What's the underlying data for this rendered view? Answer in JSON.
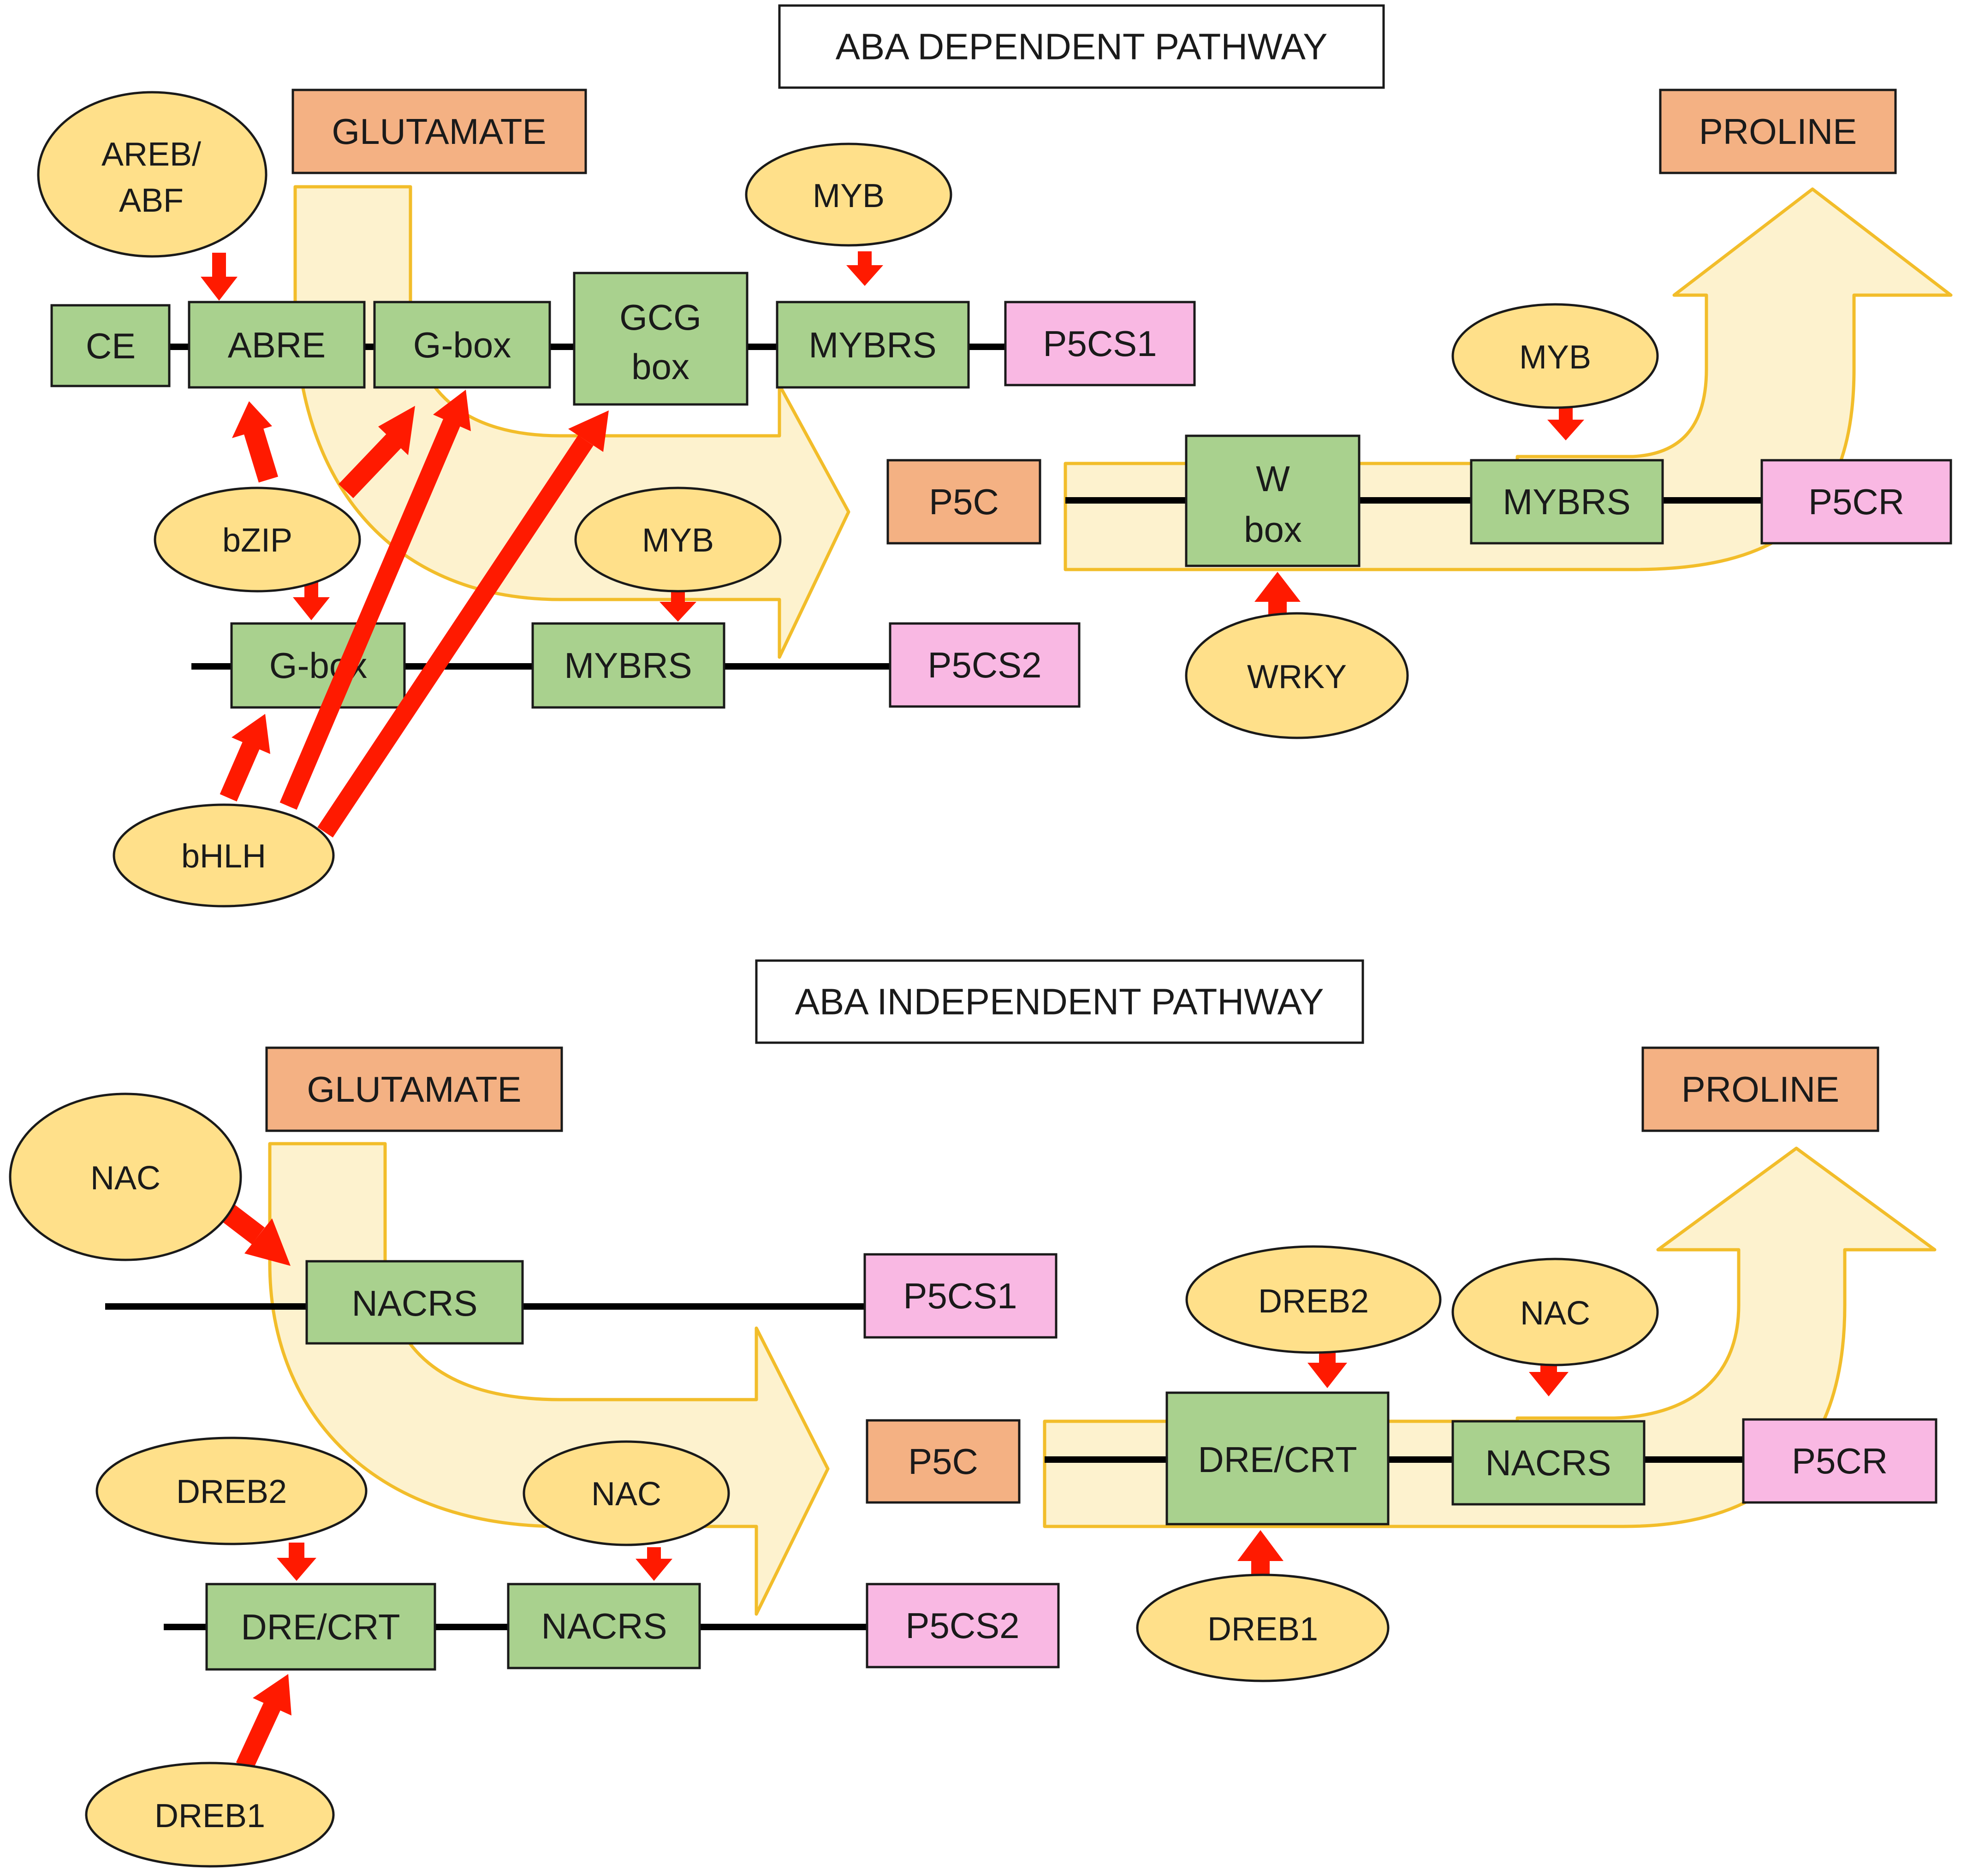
{
  "titles": {
    "aba_dependent": "ABA DEPENDENT PATHWAY",
    "aba_independent": "ABA INDEPENDENT PATHWAY"
  },
  "top": {
    "glutamate": "GLUTAMATE",
    "proline": "PROLINE",
    "p5c": "P5C",
    "ce": "CE",
    "abre": "ABRE",
    "gbox_1": "G-box",
    "gcg_line1": "GCG",
    "gcg_line2": "box",
    "mybrs_1": "MYBRS",
    "p5cs1": "P5CS1",
    "gbox_2": "G-box",
    "mybrs_2": "MYBRS",
    "p5cs2": "P5CS2",
    "wbox_line1": "W",
    "wbox_line2": "box",
    "mybrs_3": "MYBRS",
    "p5cr": "P5CR",
    "areb_line1": "AREB/",
    "areb_line2": "ABF",
    "myb_1": "MYB",
    "myb_2": "MYB",
    "myb_3": "MYB",
    "bzip": "bZIP",
    "bhlh": "bHLH",
    "wrky": "WRKY"
  },
  "bottom": {
    "glutamate": "GLUTAMATE",
    "proline": "PROLINE",
    "p5c": "P5C",
    "nacrs_1": "NACRS",
    "p5cs1": "P5CS1",
    "drecrt_1": "DRE/CRT",
    "nacrs_2": "NACRS",
    "p5cs2": "P5CS2",
    "drecrt_2": "DRE/CRT",
    "nacrs_3": "NACRS",
    "p5cr": "P5CR",
    "nac_1": "NAC",
    "nac_2": "NAC",
    "nac_3": "NAC",
    "dreb2_1": "DREB2",
    "dreb1_1": "DREB1",
    "dreb2_2": "DREB2",
    "dreb1_2": "DREB1"
  },
  "colors": {
    "metabolite_fill": "#f4b183",
    "gene_fill": "#f9b8e3",
    "cis_element_fill": "#a9d18e",
    "transcription_factor_fill": "#ffe08a",
    "pathway_arrow_fill": "#fdeec0",
    "pathway_arrow_outline": "#f2bd2a",
    "activation_arrow": "#ff1a00"
  }
}
